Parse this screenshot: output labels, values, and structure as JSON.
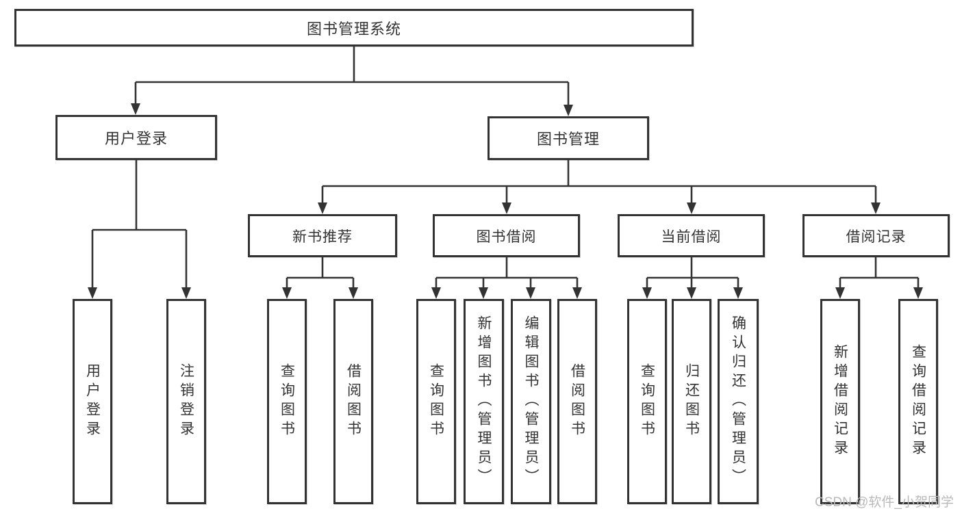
{
  "tree": {
    "root": {
      "label": "图书管理系统"
    },
    "level2": [
      {
        "label": "用户登录"
      },
      {
        "label": "图书管理"
      }
    ],
    "level3": [
      {
        "label": "新书推荐"
      },
      {
        "label": "图书借阅"
      },
      {
        "label": "当前借阅"
      },
      {
        "label": "借阅记录"
      }
    ],
    "leaves": [
      {
        "label": "用户登录"
      },
      {
        "label": "注销登录"
      },
      {
        "label": "查询图书"
      },
      {
        "label": "借阅图书"
      },
      {
        "label": "查询图书"
      },
      {
        "label": "新增图书（管理员）"
      },
      {
        "label": "编辑图书（管理员）"
      },
      {
        "label": "借阅图书"
      },
      {
        "label": "查询图书"
      },
      {
        "label": "归还图书"
      },
      {
        "label": "确认归还（管理员）"
      },
      {
        "label": "新增借阅记录"
      },
      {
        "label": "查询借阅记录"
      }
    ]
  },
  "watermark": {
    "text": "CSDN @软件_小贺同学"
  },
  "colors": {
    "line": "#333333",
    "text": "#333333",
    "box_background": "#ffffff",
    "watermark": "#b9b9b9",
    "page_background": "#ffffff"
  }
}
